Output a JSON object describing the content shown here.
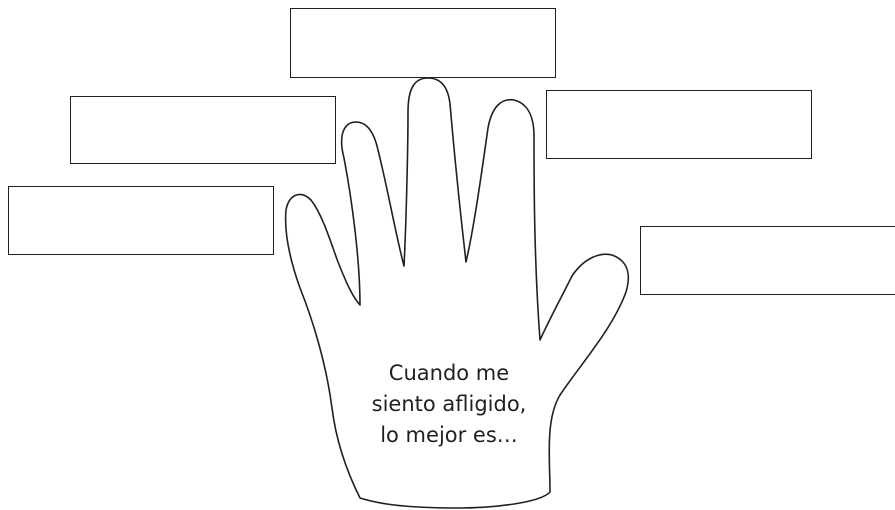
{
  "palm_prompt": {
    "lines": [
      "Cuando me",
      "siento afligido,",
      "lo mejor es…"
    ]
  },
  "answer_boxes": [
    {
      "slot": "top-center",
      "text": ""
    },
    {
      "slot": "upper-left",
      "text": ""
    },
    {
      "slot": "upper-right",
      "text": ""
    },
    {
      "slot": "lower-left",
      "text": ""
    },
    {
      "slot": "lower-right",
      "text": ""
    }
  ],
  "colors": {
    "stroke": "#231f20",
    "background": "#ffffff"
  }
}
